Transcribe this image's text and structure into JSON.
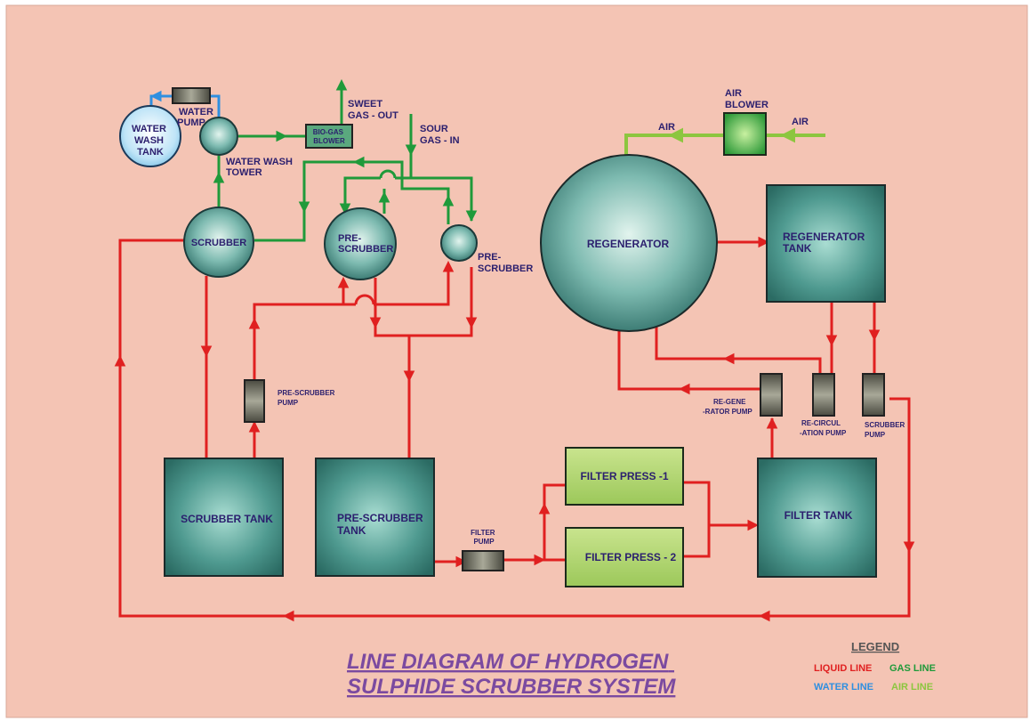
{
  "colors": {
    "background": "#f4c4b4",
    "liquid": "#e02020",
    "gas": "#1f9a3a",
    "water": "#2f8fe0",
    "air": "#8cc63f",
    "equipment_teal": "#3f8f86",
    "filter_press": "#a9d06a",
    "pump": "#6b6b5e",
    "label": "#2b1f6e",
    "title": "#7b4aa0"
  },
  "labels": {
    "water_wash_tank": [
      "WATER",
      "WASH",
      "TANK"
    ],
    "water_pump": [
      "WATER",
      "PUMP"
    ],
    "water_wash_tower": [
      "WATER WASH",
      "TOWER"
    ],
    "biogas_blower": [
      "BIO-GAS",
      "BLOWER"
    ],
    "sweet_gas_out": [
      "SWEET",
      "GAS - OUT"
    ],
    "sour_gas_in": [
      "SOUR",
      "GAS - IN"
    ],
    "scrubber": "SCRUBBER",
    "pre_scrubber_1": [
      "PRE-",
      "SCRUBBER"
    ],
    "pre_scrubber_2": [
      "PRE-",
      "SCRUBBER"
    ],
    "pre_scrubber_pump": [
      "PRE-SCRUBBER",
      "PUMP"
    ],
    "scrubber_tank": "SCRUBBER TANK",
    "pre_scrubber_tank": [
      "PRE-SCRUBBER",
      "TANK"
    ],
    "filter_pump": [
      "FILTER",
      "PUMP"
    ],
    "filter_press_1": "FILTER PRESS -1",
    "filter_press_2": "FILTER PRESS - 2",
    "filter_tank": "FILTER TANK",
    "regenerator": "REGENERATOR",
    "regenerator_tank": [
      "REGENERATOR",
      "TANK"
    ],
    "air_blower": [
      "AIR",
      "BLOWER"
    ],
    "air_left": "AIR",
    "air_right": "AIR",
    "regenerator_pump": [
      "RE-GENE",
      "-RATOR PUMP"
    ],
    "recirculation_pump": [
      "RE-CIRCUL",
      "-ATION PUMP"
    ],
    "scrubber_pump": [
      "SCRUBBER",
      "PUMP"
    ]
  },
  "title": [
    "LINE DIAGRAM OF HYDROGEN",
    "SULPHIDE SCRUBBER SYSTEM"
  ],
  "legend": {
    "heading": "LEGEND",
    "items": [
      {
        "label": "LIQUID LINE",
        "color": "#e02020"
      },
      {
        "label": "GAS LINE",
        "color": "#1f9a3a"
      },
      {
        "label": "WATER  LINE",
        "color": "#2f8fe0"
      },
      {
        "label": "AIR LINE",
        "color": "#8cc63f"
      }
    ]
  }
}
